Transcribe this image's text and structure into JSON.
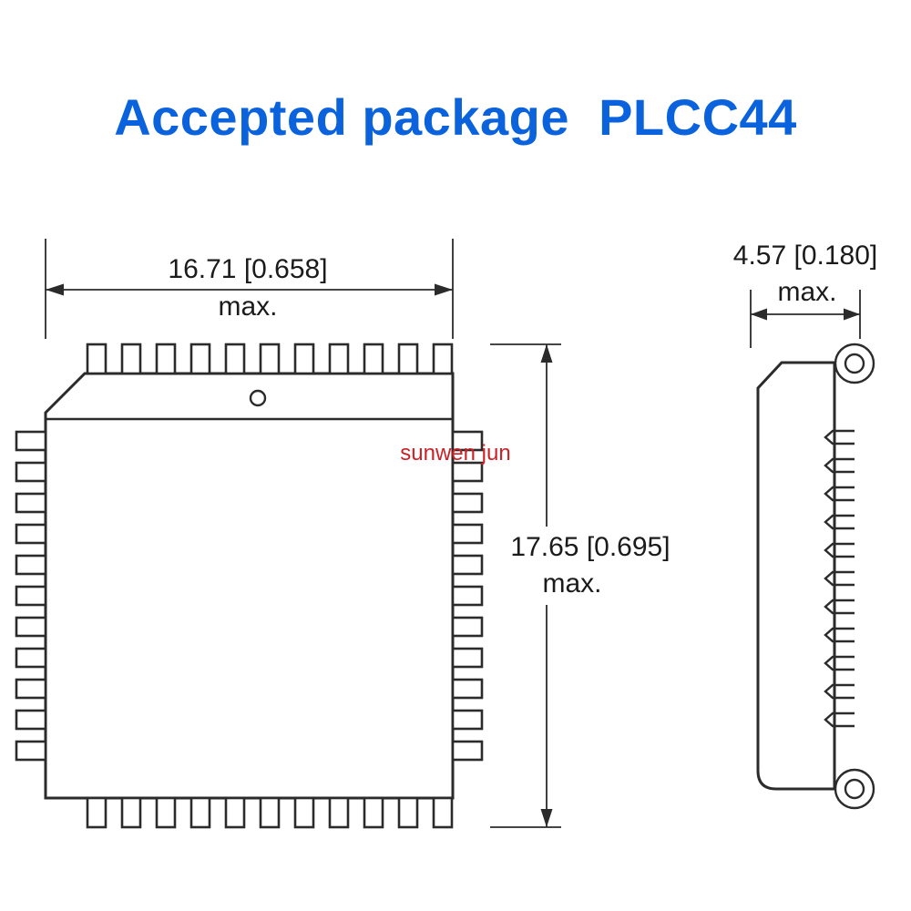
{
  "title": "Accepted package  PLCC44",
  "watermark": "sunwen jun",
  "top_view": {
    "width_dimension": {
      "value": "16.71 [0.658]",
      "qualifier": "max."
    },
    "height_dimension": {
      "value": "17.65 [0.695]",
      "qualifier": "max."
    }
  },
  "side_view": {
    "depth_dimension": {
      "value": "4.57 [0.180]",
      "qualifier": "max."
    }
  },
  "colors": {
    "title": "#0a62dd",
    "watermark": "#cc2127",
    "line": "#2b2b2b",
    "background": "#ffffff"
  }
}
